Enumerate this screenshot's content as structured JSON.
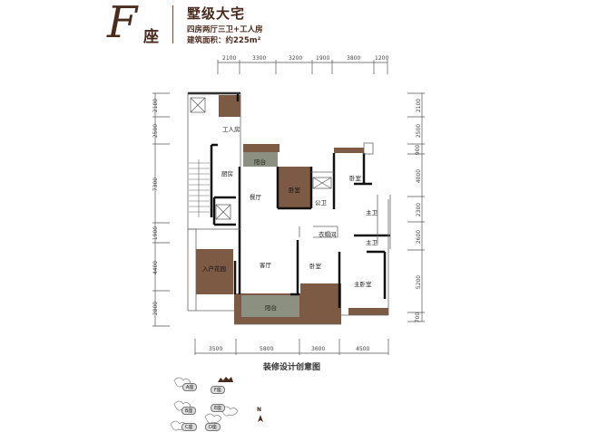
{
  "header": {
    "tower_letter": "F",
    "tower_suffix": "座",
    "title": "墅级大宅",
    "layout": "四房两厅三卫+工人房",
    "area": "建筑面积：约225m²"
  },
  "dimensions": {
    "top": [
      "2100",
      "3300",
      "3200",
      "1900",
      "3800",
      "1200"
    ],
    "left": [
      "2100",
      "2500",
      "7300",
      "1900",
      "4400",
      "2800"
    ],
    "right": [
      "2100",
      "2500",
      "900",
      "4000",
      "2300",
      "2600",
      "5200",
      "700"
    ],
    "bottom": [
      "3500",
      "5800",
      "3600",
      "4500"
    ]
  },
  "rooms": {
    "worker_room": "工人房",
    "kitchen": "厨房",
    "balcony_top": "阳台",
    "dining": "餐厅",
    "bedroom_brown": "卧室",
    "bathroom_public": "公卫",
    "bedroom_top_right": "卧室",
    "bathroom_1": "主卫",
    "bathroom_2": "主卫",
    "walk_in_closet": "衣帽间",
    "living": "客厅",
    "entry_garden": "入户花园",
    "bedroom_mid": "卧室",
    "master_bedroom": "主卧室",
    "balcony_bottom": "阳台"
  },
  "caption": "装修设计创意图",
  "keyplan": {
    "labels": [
      "A座",
      "F座",
      "B座",
      "E座",
      "C座",
      "D座"
    ],
    "north": "N"
  },
  "colors": {
    "brown": "#7d5a43",
    "grey_green": "#8c9080",
    "wall": "#111111",
    "title": "#4a2c1e"
  }
}
